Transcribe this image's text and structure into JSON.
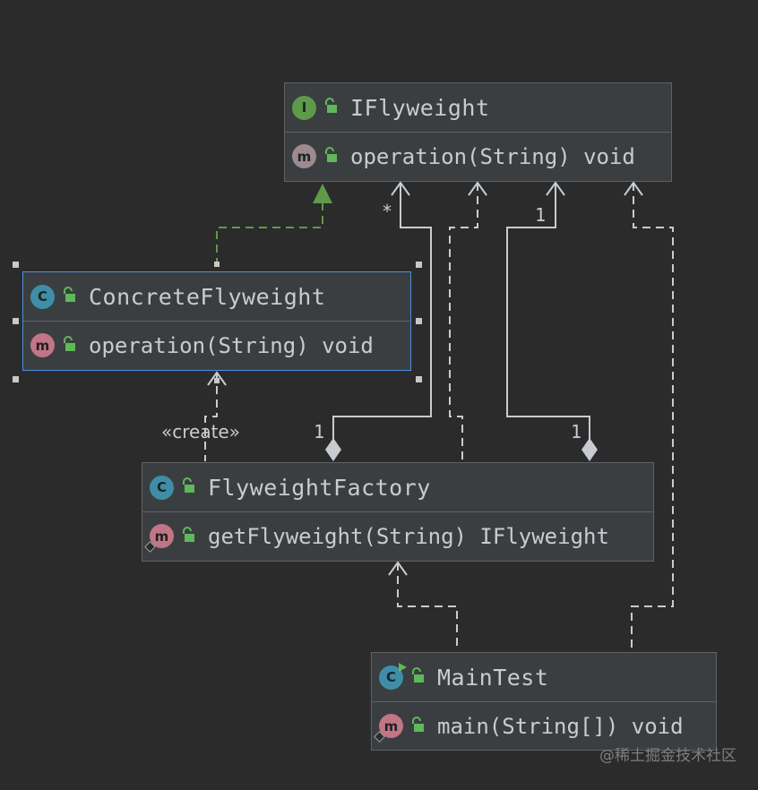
{
  "classes": {
    "iflyweight": {
      "name": "IFlyweight",
      "kind": "I",
      "member": "operation(String) void"
    },
    "concrete": {
      "name": "ConcreteFlyweight",
      "kind": "C",
      "member": "operation(String) void"
    },
    "factory": {
      "name": "FlyweightFactory",
      "kind": "C",
      "member": "getFlyweight(String) IFlyweight"
    },
    "maintest": {
      "name": "MainTest",
      "kind": "C",
      "member": "main(String[]) void"
    }
  },
  "member_icon": "m",
  "labels": {
    "star": "*",
    "one_a": "1",
    "one_b": "1",
    "one_c": "1",
    "create": "«create»"
  },
  "watermark": "@稀土掘金技术社区",
  "colors": {
    "background": "#2b2b2b",
    "node": "#3b3e41",
    "selection": "#4d8fe0",
    "realization": "#5e9a4a"
  }
}
